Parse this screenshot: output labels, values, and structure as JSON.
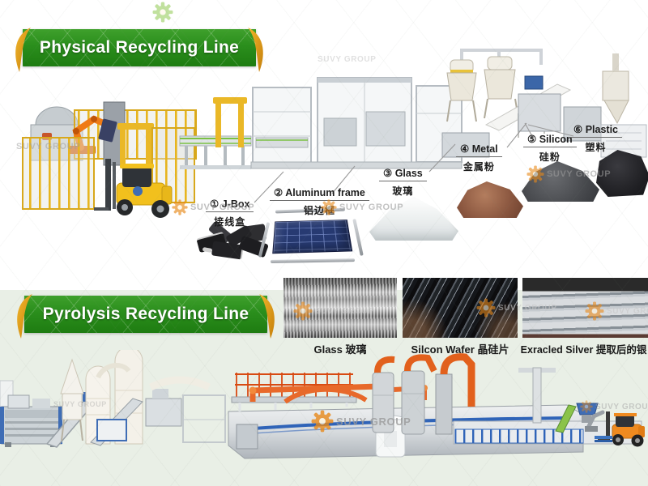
{
  "brand_watermark": {
    "text": "SUVY GROUP"
  },
  "sections": {
    "physical": {
      "banner": "Physical Recycling Line"
    },
    "pyrolysis": {
      "banner": "Pyrolysis Recycling Line"
    }
  },
  "outputs": [
    {
      "num": "①",
      "en": "J-Box",
      "zh": "接线盒"
    },
    {
      "num": "②",
      "en": "Aluminum frame",
      "zh": "铝边框"
    },
    {
      "num": "③",
      "en": "Glass",
      "zh": "玻璃"
    },
    {
      "num": "④",
      "en": "Metal",
      "zh": "金属粉"
    },
    {
      "num": "⑤",
      "en": "Silicon",
      "zh": "硅粉"
    },
    {
      "num": "⑥",
      "en": "Plastic",
      "zh": "塑料"
    }
  ],
  "photos": [
    {
      "caption_en": "Glass",
      "caption_zh": "玻璃"
    },
    {
      "caption_en": "Silcon Wafer",
      "caption_zh": "晶硅片"
    },
    {
      "caption_en": "Exracled Silver",
      "caption_zh": "提取后的银"
    }
  ],
  "colors": {
    "banner_green": "#2b8f1d",
    "ribbon_gold": "#dd9416",
    "safety_yellow": "#eab827",
    "machine_orange": "#f07b16",
    "pipe_orange": "#e2601c",
    "belt_green": "#7ac143",
    "accent_blue": "#2f63b8",
    "bottom_background": "#e9efe6"
  }
}
